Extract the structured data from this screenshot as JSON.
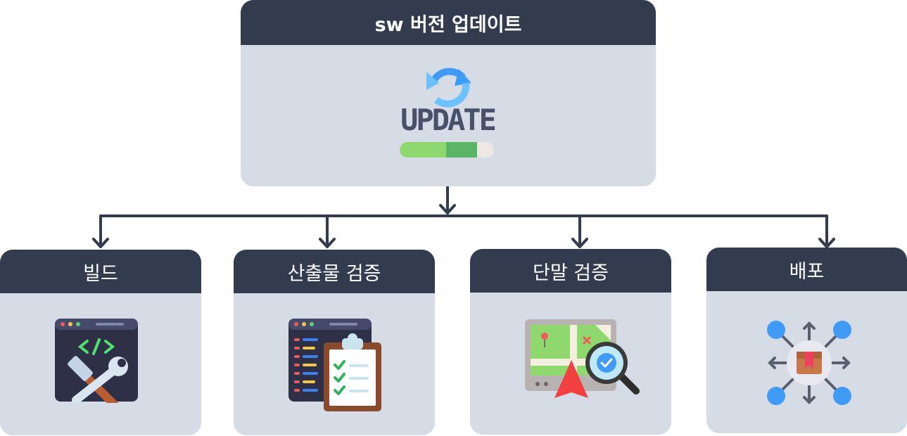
{
  "root": {
    "title": "sw 버전 업데이트",
    "icon": "update-icon",
    "icon_text": "UPDATE",
    "progress_fraction": 0.82
  },
  "steps": [
    {
      "label": "빌드",
      "icon": "build-tools-icon"
    },
    {
      "label": "산출물 검증",
      "icon": "checklist-clipboard-icon"
    },
    {
      "label": "단말 검증",
      "icon": "map-navigation-search-icon"
    },
    {
      "label": "배포",
      "icon": "distribution-package-icon"
    }
  ],
  "colors": {
    "header": "#323c4e",
    "card": "#d6dce6",
    "connector": "#323c4e",
    "accent_blue": "#3f9bf5",
    "progress_green": "#8ed86e"
  }
}
